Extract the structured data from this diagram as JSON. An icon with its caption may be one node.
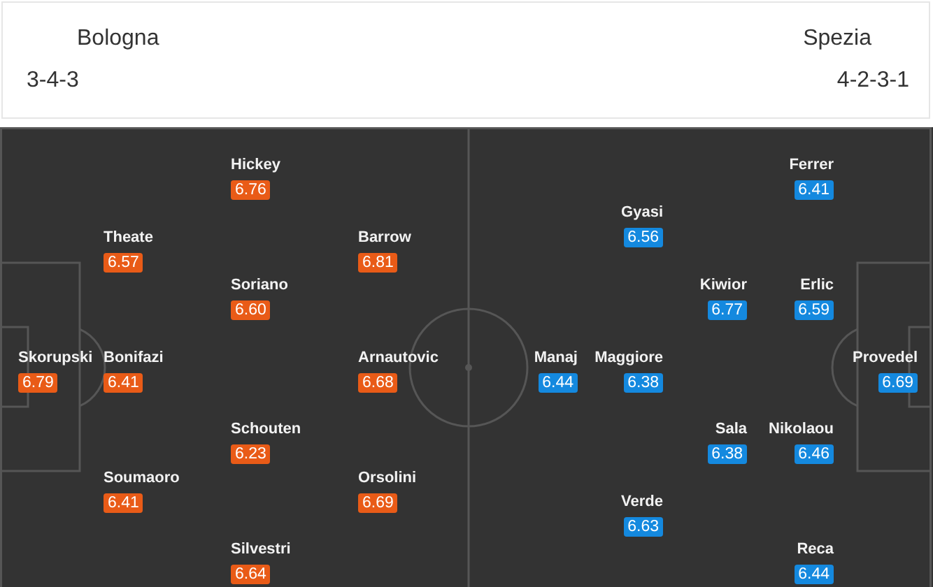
{
  "diagram": {
    "nodes": [
      {
        "text": [
          "Skorupski",
          "6.79"
        ]
      },
      {
        "text": [
          "Theate",
          "6.57"
        ]
      },
      {
        "text": [
          "Bonifazi",
          "6.41"
        ]
      },
      {
        "text": [
          "Soumaoro",
          "6.41"
        ]
      },
      {
        "text": [
          "Hickey",
          "6.76"
        ]
      },
      {
        "text": [
          "Soriano",
          "6.60"
        ]
      },
      {
        "text": [
          "Schouten",
          "6.23"
        ]
      },
      {
        "text": [
          "Silvestri",
          "6.64"
        ]
      },
      {
        "text": [
          "Barrow",
          "6.81"
        ]
      },
      {
        "text": [
          "Arnautovic",
          "6.68"
        ]
      },
      {
        "text": [
          "Orsolini",
          "6.69"
        ]
      },
      {
        "text": [
          "Provedel",
          "6.69"
        ]
      },
      {
        "text": [
          "Ferrer",
          "6.41"
        ]
      },
      {
        "text": [
          "Erlic",
          "6.59"
        ]
      },
      {
        "text": [
          "Nikolaou",
          "6.46"
        ]
      },
      {
        "text": [
          "Reca",
          "6.44"
        ]
      },
      {
        "text": [
          "Kiwior",
          "6.77"
        ]
      },
      {
        "text": [
          "Sala",
          "6.38"
        ]
      },
      {
        "text": [
          "Gyasi",
          "6.56"
        ]
      },
      {
        "text": [
          "Maggiore",
          "6.38"
        ]
      },
      {
        "text": [
          "Verde",
          "6.63"
        ]
      },
      {
        "text": [
          "Manaj",
          "6.44"
        ]
      }
    ],
    "labels": [
      "Bologna",
      "Spezia",
      "3-4-3",
      "4-2-3-1"
    ]
  }
}
